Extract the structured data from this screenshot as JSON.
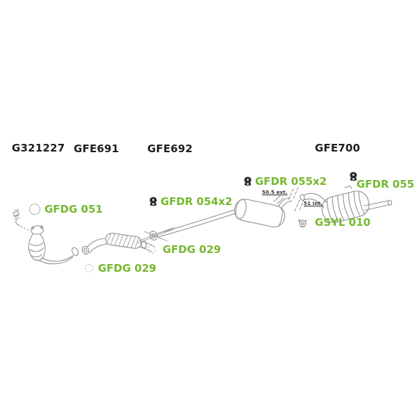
{
  "colors": {
    "header_text": "#1e1e1e",
    "label_green": "#74b82d",
    "line_art": "#8f8f8f",
    "hanger_dark": "#2b2b2b",
    "ring_gray": "#b0b0b0"
  },
  "headers": [
    {
      "label": "G321227"
    },
    {
      "label": "GFE691"
    },
    {
      "label": "GFE692"
    },
    {
      "label": "GFE700"
    }
  ],
  "part_labels": [
    {
      "label": "GFDG 051",
      "icon": "gasket-ring-icon"
    },
    {
      "label": "GFDR 054x2",
      "icon": "rubber-hanger-icon"
    },
    {
      "label": "GFDR 055x2",
      "icon": "rubber-hanger-icon"
    },
    {
      "label": "GFDR 055",
      "icon": "rubber-hanger-icon"
    },
    {
      "label": "GSYL 010",
      "icon": "clamp-icon"
    },
    {
      "label": "GFDG 029",
      "icon": "gasket-ring-dashed-icon"
    },
    {
      "label": "GFDG 029",
      "icon": "gasket-ring-dashed-icon"
    }
  ],
  "measurements": [
    {
      "label": "50.5 ext."
    },
    {
      "label": "51 int."
    }
  ]
}
